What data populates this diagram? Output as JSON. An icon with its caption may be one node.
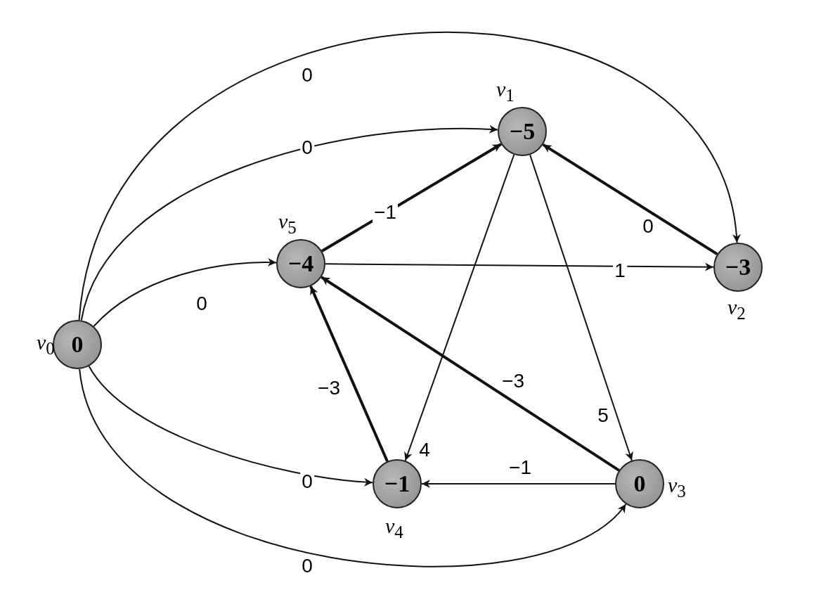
{
  "diagram": {
    "nodes": [
      {
        "text": [
          "0"
        ],
        "beside": [
          "*v*$_{0}$"
        ]
      },
      {
        "text": [
          "−5"
        ],
        "beside": [
          "*v*$_{1}$"
        ]
      },
      {
        "text": [
          "−3"
        ],
        "beside": [
          "*v*$_{2}$"
        ]
      },
      {
        "text": [
          "0"
        ],
        "beside": [
          "*v*$_{3}$"
        ]
      },
      {
        "text": [
          "−1"
        ],
        "beside": [
          "*v*$_{4}$"
        ]
      },
      {
        "text": [
          "−4"
        ],
        "beside": [
          "*v*$_{5}$"
        ]
      }
    ],
    "edges": [
      {
        "from": 0,
        "to": 2,
        "arrow": "to",
        "label": "0"
      },
      {
        "from": 0,
        "to": 1,
        "arrow": "to",
        "label": "0"
      },
      {
        "from": 0,
        "to": 5,
        "arrow": "to",
        "label": "0"
      },
      {
        "from": 0,
        "to": 4,
        "arrow": "to",
        "label": "0"
      },
      {
        "from": 0,
        "to": 3,
        "arrow": "to",
        "label": "0"
      },
      {
        "from": 5,
        "to": 1,
        "arrow": "to",
        "label": "−1",
        "style": "thick"
      },
      {
        "from": 5,
        "to": 2,
        "arrow": "to",
        "label": "1"
      },
      {
        "from": 1,
        "to": 4,
        "arrow": "to",
        "label": "4"
      },
      {
        "from": 1,
        "to": 3,
        "arrow": "to",
        "label": "5"
      },
      {
        "from": 2,
        "to": 1,
        "arrow": "to",
        "label": "0",
        "style": "thick"
      },
      {
        "from": 4,
        "to": 5,
        "arrow": "to",
        "label": "−3",
        "style": "thick"
      },
      {
        "from": 3,
        "to": 5,
        "arrow": "to",
        "label": "−3",
        "style": "thick"
      },
      {
        "from": 3,
        "to": 4,
        "arrow": "to",
        "label": "−1"
      }
    ]
  }
}
